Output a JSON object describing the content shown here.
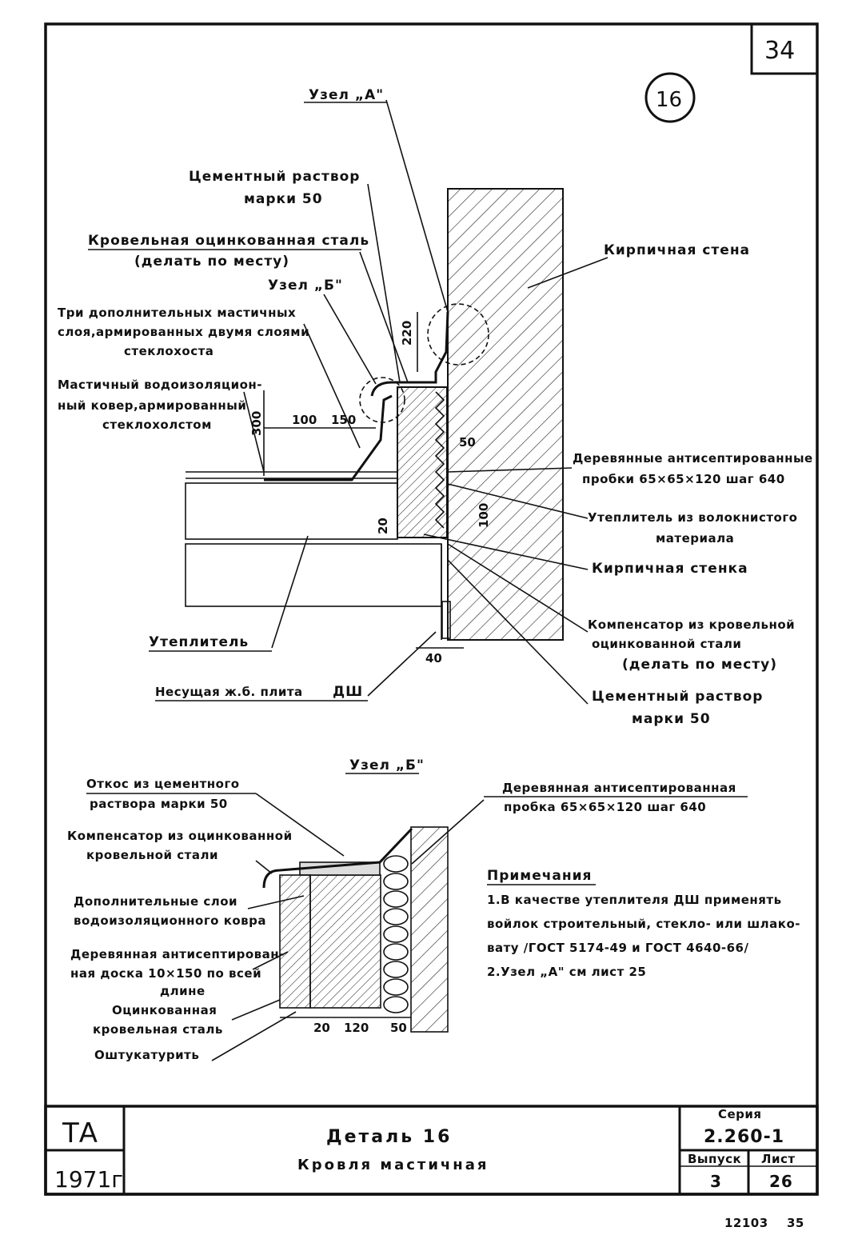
{
  "sheet": {
    "page_number": "34",
    "detail_circle": "16",
    "foot_left": "12103",
    "foot_right": "35"
  },
  "upper": {
    "labels": {
      "uzel_a": "Узел „А\"",
      "cement_mortar_1": "Цементный раствор",
      "cement_mortar_1b": "марки 50",
      "roof_steel_1": "Кровельная оцинкованная сталь",
      "roof_steel_1b": "(делать по месту)",
      "uzel_b": "Узел „Б\"",
      "three_layers_1": "Три дополнительных мастичных",
      "three_layers_2": "слоя,армированных двумя слоями",
      "three_layers_3": "стеклохоста",
      "mastic_carpet_1": "Мастичный водоизоляцион-",
      "mastic_carpet_2": "ный ковер,армированный",
      "mastic_carpet_3": "стеклохолстом",
      "brick_wall_1": "Кирпичная стена",
      "wood_plugs_1": "Деревянные антисептированные",
      "wood_plugs_2": "пробки 65×65×120 шаг 640",
      "insul_fiber_1": "Утеплитель из волокнистого",
      "insul_fiber_2": "материала",
      "brick_wall_2": "Кирпичная стенка",
      "compensator_1": "Компенсатор из кровельной",
      "compensator_2": "оцинкованной стали",
      "compensator_3": "(делать по месту)",
      "cement_mortar_2": "Цементный раствор",
      "cement_mortar_2b": "марки 50",
      "insulation": "Утеплитель",
      "slab": "Несущая ж.б. плита",
      "dsh": "ДШ"
    },
    "dims": {
      "d220": "220",
      "d300": "300",
      "d100": "100",
      "d150": "150",
      "d50": "50",
      "d20": "20",
      "d100b": "100",
      "d40": "40"
    }
  },
  "lower": {
    "title": "Узел „Б\"",
    "labels": {
      "slope_1": "Откос из цементного",
      "slope_2": "раствора марки 50",
      "wood_plug_1": "Деревянная антисептированная",
      "wood_plug_2": "пробка 65×65×120 шаг 640",
      "comp_1": "Компенсатор из оцинкованной",
      "comp_2": "кровельной стали",
      "add_layers_1": "Дополнительные слои",
      "add_layers_2": "водоизоляционного ковра",
      "board_1": "Деревянная антисептирован-",
      "board_2": "ная доска 10×150 по всей",
      "board_3": "длине",
      "galv_1": "Оцинкованная",
      "galv_2": "кровельная сталь",
      "plaster": "Оштукатурить"
    },
    "dims": {
      "d20": "20",
      "d120": "120",
      "d50": "50"
    }
  },
  "notes": {
    "heading": "Примечания",
    "line1": "1.В качестве утеплителя ДШ применять",
    "line2": "войлок строительный, стекло- или шлако-",
    "line3": "вату /ГОСТ 5174-49 и ГОСТ 4640-66/",
    "line4": "2.Узел „А\"   см  лист 25"
  },
  "title_block": {
    "org": "ТА",
    "year": "1971г",
    "title": "Деталь 16",
    "subtitle": "Кровля мастичная",
    "series_label": "Серия",
    "series": "2.260-1",
    "issue_label": "Выпуск",
    "issue": "3",
    "sheet_label": "Лист",
    "sheet": "26"
  }
}
